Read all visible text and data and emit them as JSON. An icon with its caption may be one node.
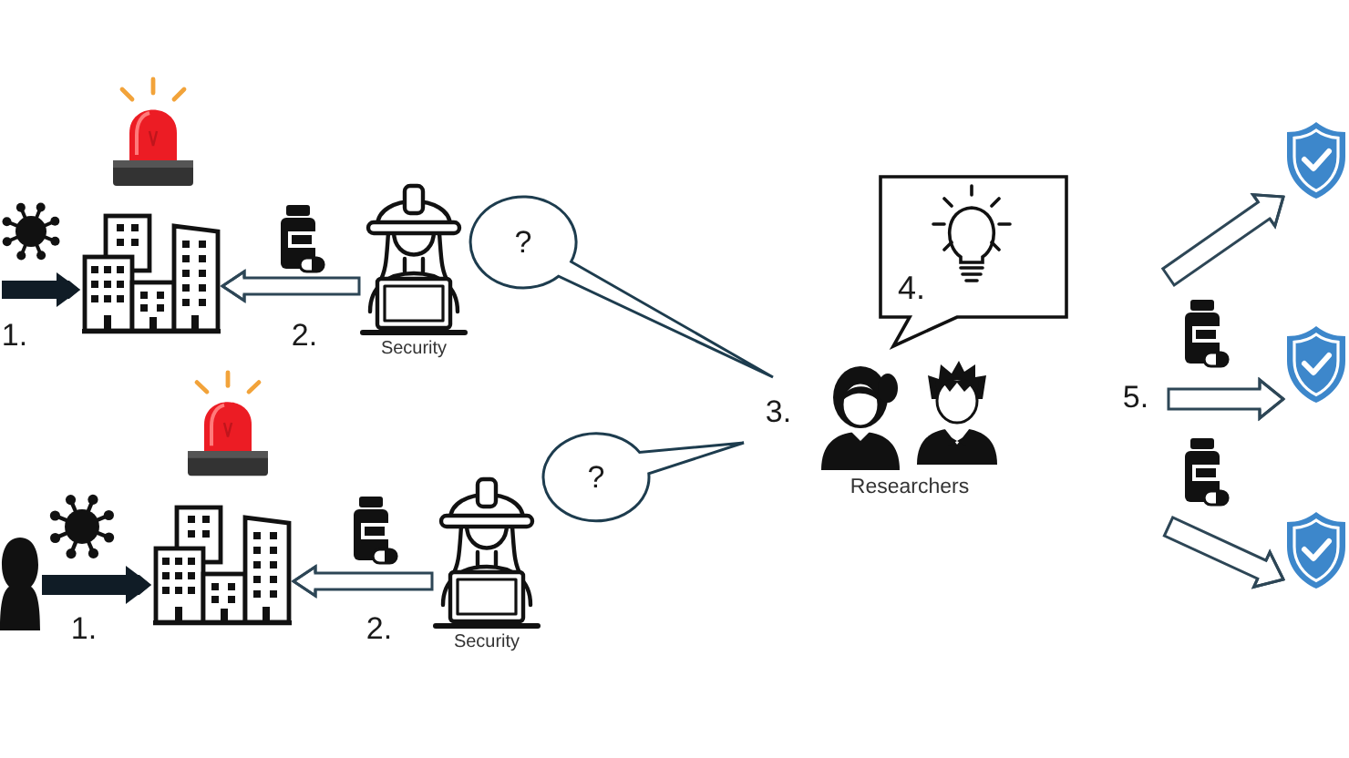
{
  "diagram": {
    "nodes": [
      {
        "text": [],
        "shape": "picture"
      },
      {
        "text": [
          "Security"
        ]
      },
      {
        "text": [
          "?"
        ]
      },
      {
        "text": [
          "4."
        ]
      },
      {
        "text": [
          "Researchers"
        ]
      },
      {
        "text": [],
        "shape": "person"
      },
      {
        "text": [],
        "shape": "picture"
      },
      {
        "text": [
          "Security"
        ]
      },
      {
        "text": [
          "?"
        ]
      },
      {
        "text": [],
        "shape": "picture"
      },
      {
        "text": [],
        "shape": "picture"
      },
      {
        "text": [],
        "shape": "picture"
      }
    ],
    "edges": [
      {
        "from": null,
        "to": 0,
        "arrow": "to",
        "label": "1.",
        "style": "thick"
      },
      {
        "from": 1,
        "to": 0,
        "arrow": "to",
        "label": "2."
      },
      {
        "from": 5,
        "to": 6,
        "arrow": "to",
        "label": "1.",
        "style": "thick"
      },
      {
        "from": 7,
        "to": 6,
        "arrow": "to",
        "label": "2."
      },
      {
        "from": null,
        "to": 9,
        "arrow": "to"
      },
      {
        "from": null,
        "to": 10,
        "arrow": "to"
      },
      {
        "from": null,
        "to": 11,
        "arrow": "to"
      }
    ],
    "labels": [
      "3.",
      "5."
    ]
  }
}
